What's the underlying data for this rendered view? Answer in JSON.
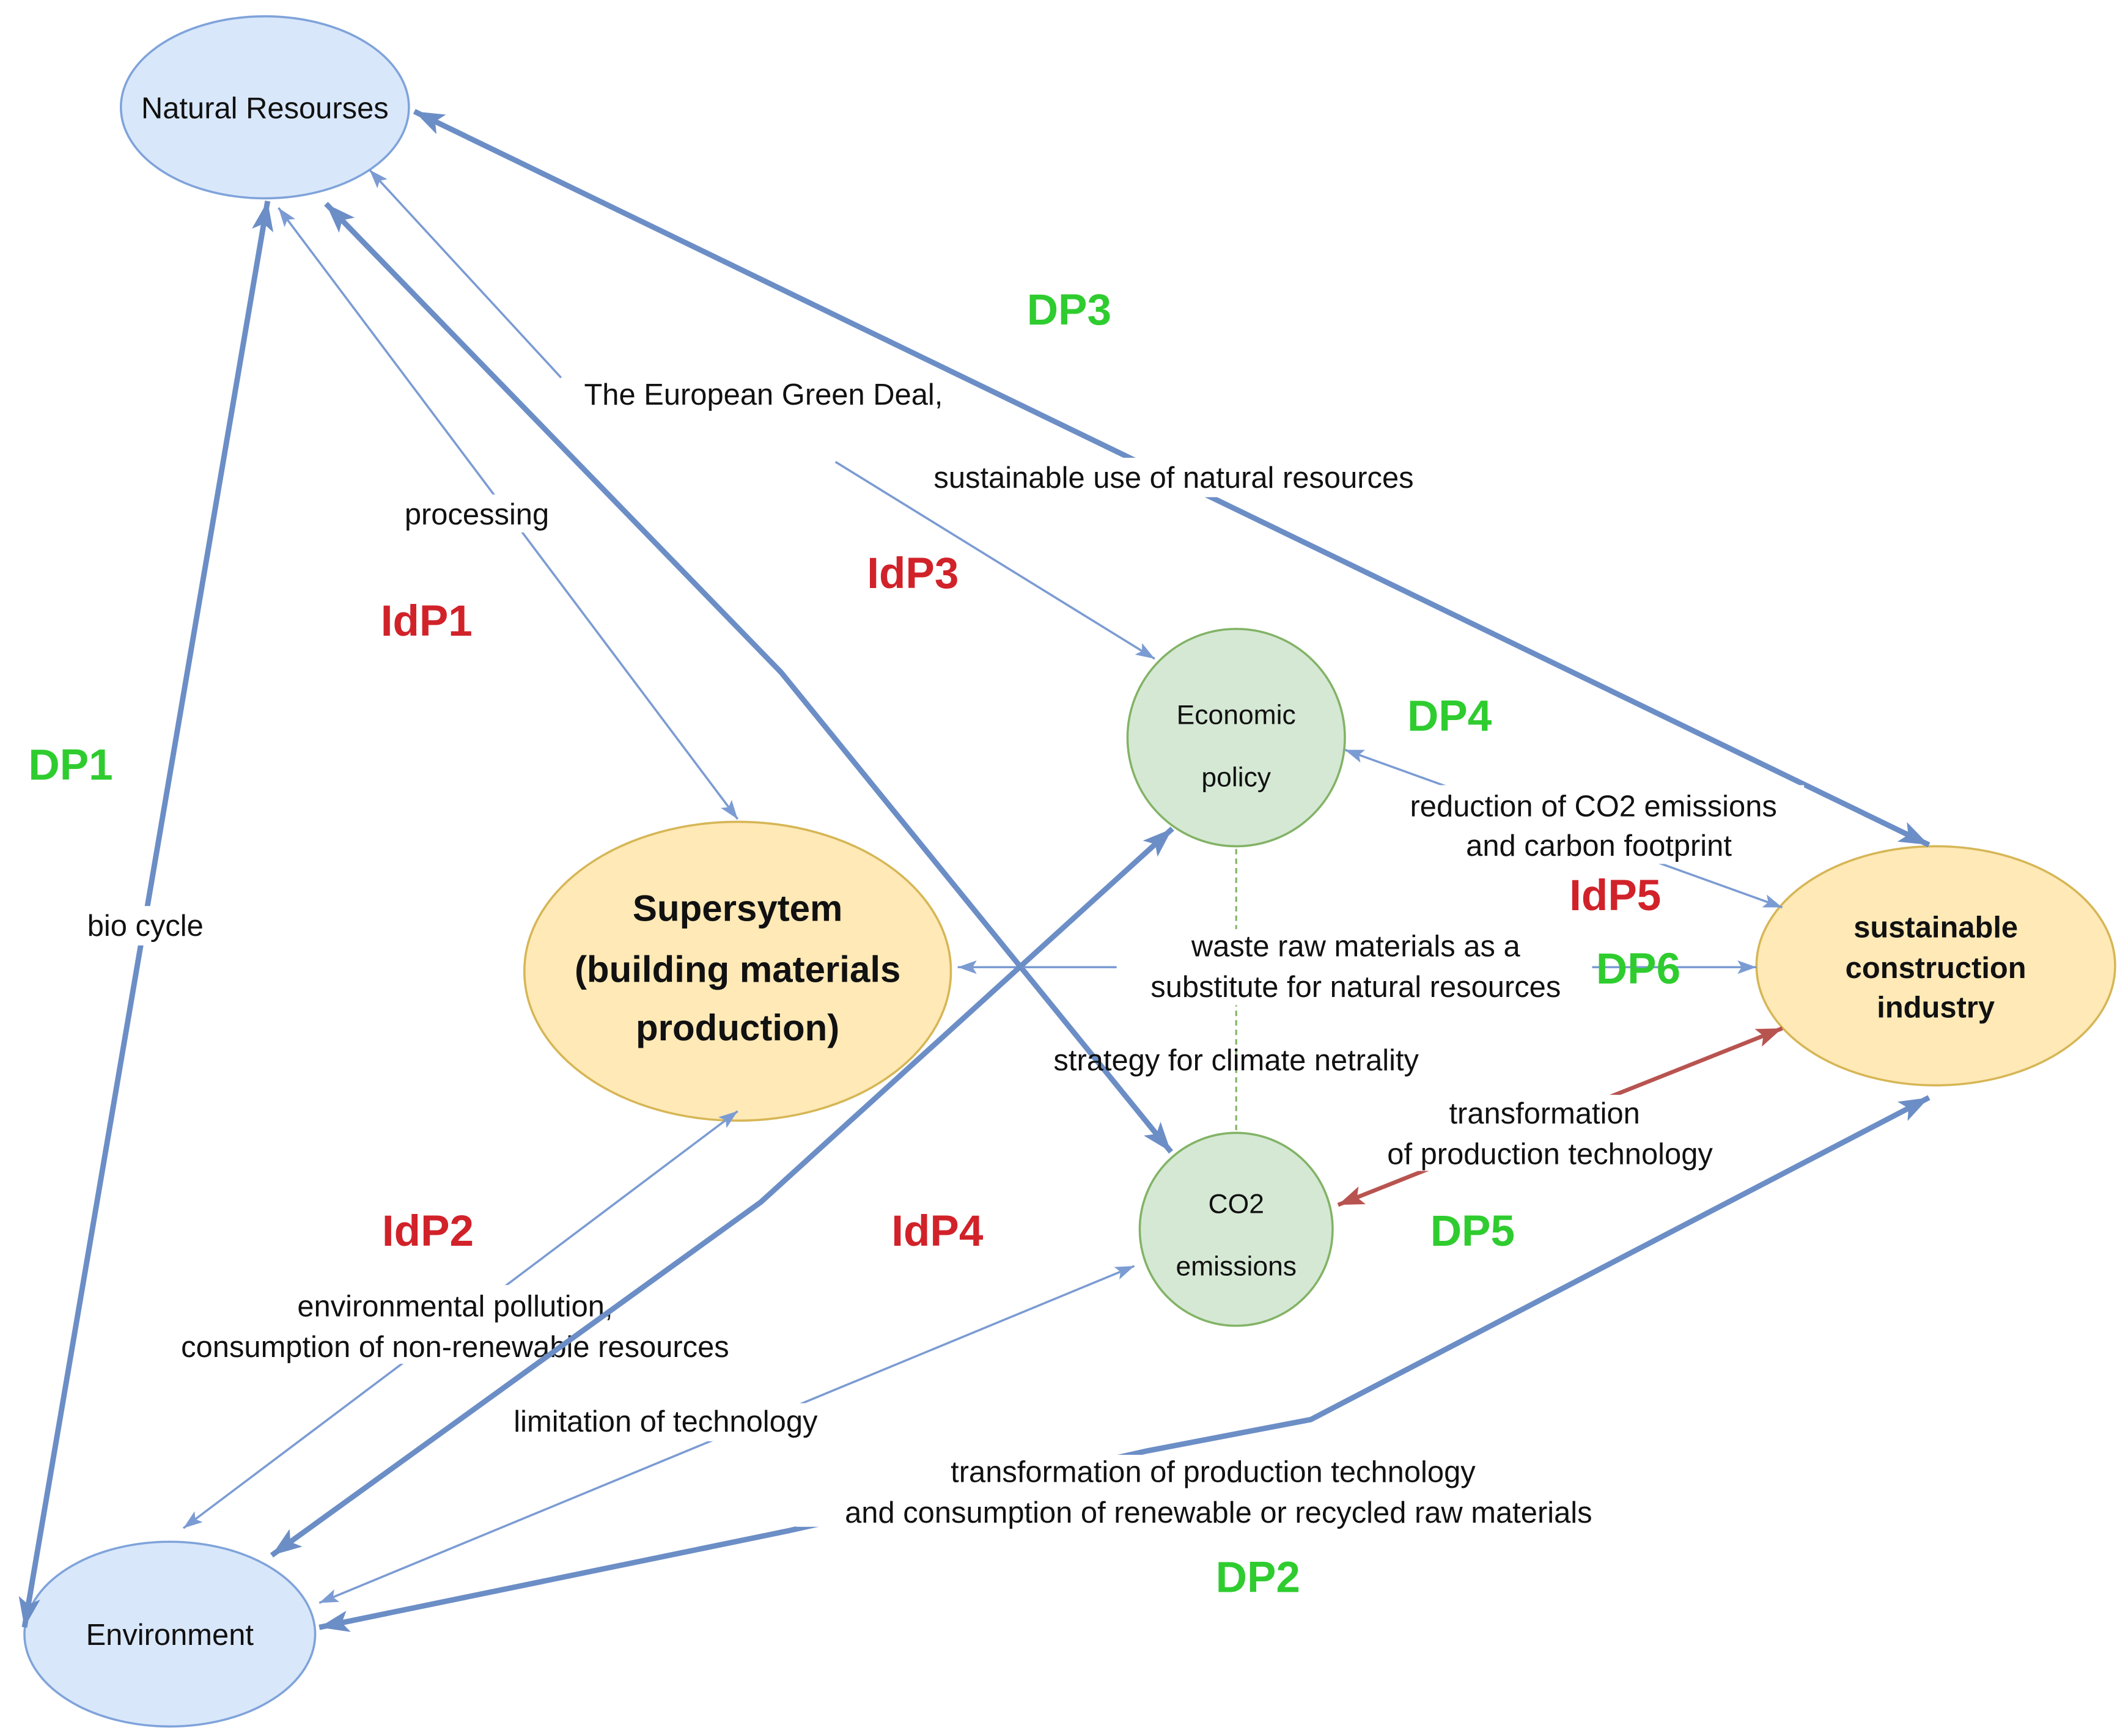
{
  "nodes": {
    "natural_resources": {
      "label": "Natural Resourses"
    },
    "environment": {
      "label": "Environment"
    },
    "supersystem": {
      "lines": [
        "Supersytem",
        "(building materials",
        "production)"
      ]
    },
    "sustainable_industry": {
      "lines": [
        "sustainable",
        "construction",
        "industry"
      ]
    },
    "economic_policy": {
      "lines": [
        "Economic",
        "policy"
      ]
    },
    "co2_emissions": {
      "lines": [
        "CO2",
        "emissions"
      ]
    }
  },
  "codes": {
    "dp1": "DP1",
    "dp2": "DP2",
    "dp3": "DP3",
    "dp4": "DP4",
    "dp5": "DP5",
    "dp6": "DP6",
    "idp1": "IdP1",
    "idp2": "IdP2",
    "idp3": "IdP3",
    "idp4": "IdP4",
    "idp5": "IdP5"
  },
  "edge_labels": {
    "bio_cycle": "bio cycle",
    "processing": "processing",
    "green_deal": "The European Green Deal,",
    "sustainable_use": "sustainable use of natural resources",
    "co2_reduction": [
      "reduction of CO2 emissions",
      "and carbon footprint"
    ],
    "waste_substitute": [
      "waste raw materials as a",
      "substitute for natural resources"
    ],
    "climate_strategy": "strategy for climate netrality",
    "transformation": [
      "transformation",
      "of production technology"
    ],
    "pollution": [
      "environmental pollution,",
      "consumption of non-renewable resources"
    ],
    "technology_limitation": "limitation of technology",
    "renewable_transformation": [
      "transformation of production technology",
      "and consumption of renewable or recycled raw materials"
    ]
  },
  "colors": {
    "resource-node-fill": "#d9e7fb",
    "resource-node-stroke": "#7fa3da",
    "system-node-fill": "#ffe9b6",
    "system-node-stroke": "#d6b656",
    "policy-node-fill": "#d5e8d4",
    "policy-node-stroke": "#82b366",
    "edge-blue": "#6c8ec6",
    "edge-blue-light": "#7b9bd3",
    "edge-red": "#b85450",
    "dp-code": "#2fcc2f",
    "idp-code": "#d1222a",
    "label-text": "#111111"
  }
}
